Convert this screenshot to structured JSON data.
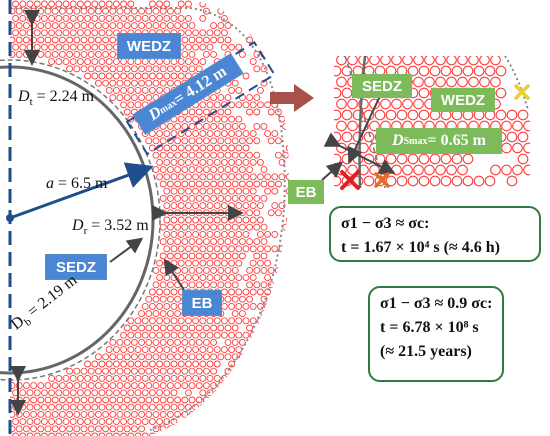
{
  "labels": {
    "wedz": "WEDZ",
    "sedz": "SEDZ",
    "eb": "EB",
    "dmax": "D_max = 4.12 m",
    "dt": "D_t = 2.24 m",
    "a": "a = 6.5 m",
    "dr": "D_r = 3.52 m",
    "db": "D_b = 2.19 m"
  },
  "parts": {
    "dmax_var": "D",
    "dmax_sub": "max",
    "dmax_val": " = 4.12 m",
    "dt_var": "D",
    "dt_sub": "t",
    "dt_val": " = 2.24 m",
    "a_var": "a",
    "a_val": " = 6.5 m",
    "dr_var": "D",
    "dr_sub": "r",
    "dr_val": " = 3.52 m",
    "db_var": "D",
    "db_sub": "b",
    "db_val": " = 2.19 m"
  },
  "inset": {
    "sedz": "SEDZ",
    "wedz": "WEDZ",
    "eb": "EB",
    "dsmax_var": "D",
    "dsmax_sub": "Smax",
    "dsmax_val": " = 0.65 m"
  },
  "box1": {
    "line1": "σ1 − σ3 ≈ σc:",
    "line2": "t = 1.67 × 10⁴ s (≈ 4.6 h)"
  },
  "box2": {
    "line1": "σ1 − σ3 ≈ 0.9 σc:",
    "line2": "t = 6.78 × 10⁸ s",
    "line3": "(≈ 21.5 years)"
  },
  "colors": {
    "particle": "#ff3b3b",
    "tag_blue": "#4a86d4",
    "tag_green": "#7dbb5a",
    "arrow": "#a8504a",
    "box_border": "#2f7b3e",
    "cross_red": "#e02020",
    "cross_orange": "#e07020",
    "cross_yellow": "#e8d030",
    "radius_arrow": "#1f4e8c"
  }
}
